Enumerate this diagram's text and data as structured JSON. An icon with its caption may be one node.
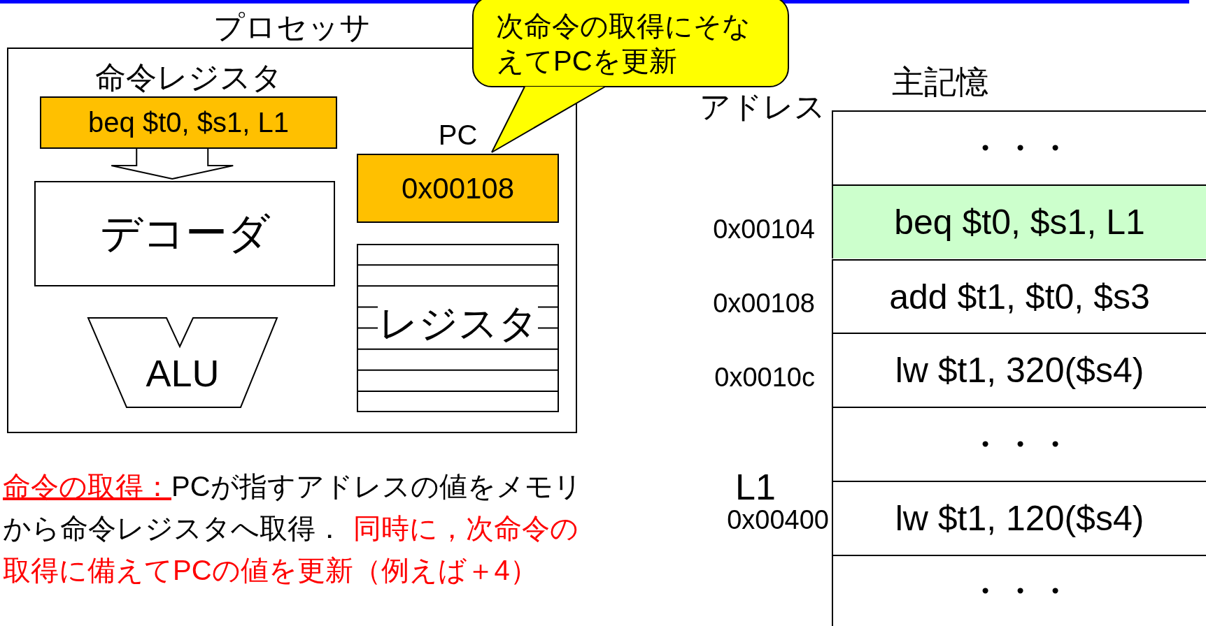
{
  "diagram": {
    "nodes": [
      {
        "text": [
          "プロセッサ"
        ]
      },
      {
        "text": [
          "命令レジスタ",
          "beq $t0, $s1, L1"
        ],
        "in": 0
      },
      {
        "text": [
          "デコーダ"
        ],
        "in": 0
      },
      {
        "text": [
          "ALU"
        ],
        "in": 0
      },
      {
        "text": [
          "PC",
          "0x00108"
        ],
        "in": 0
      },
      {
        "text": [
          "レジスタ"
        ],
        "in": 0
      },
      {
        "text": [
          "次命令の取得にそなえてPCを更新"
        ]
      },
      {
        "text": [
          "主記憶"
        ]
      },
      {
        "text": [
          "・・・"
        ],
        "in": 7
      },
      {
        "text": [
          "beq $t0, $s1, L1"
        ],
        "in": 7
      },
      {
        "text": [
          "add $t1, $t0, $s3"
        ],
        "in": 7
      },
      {
        "text": [
          "lw $t1, 320($s4)"
        ],
        "in": 7
      },
      {
        "text": [
          "・・・"
        ],
        "in": 7
      },
      {
        "text": [
          "lw $t1, 120($s4)"
        ],
        "in": 7
      },
      {
        "text": [
          "・・・"
        ],
        "in": 7
      }
    ],
    "edges": [
      {
        "from": 1,
        "to": 2,
        "arrow": "to"
      },
      {
        "from": 6,
        "to": 4,
        "arrow": "none"
      }
    ],
    "labels": [
      "アドレス",
      "0x00104",
      "0x00108",
      "0x0010c",
      "L1",
      "0x00400",
      "命令の取得：",
      "PCが指すアドレスの値をメモリから命令レジスタへ取得．",
      "同時に，次命令の取得に備えてPCの値を更新（例えば＋4）"
    ]
  }
}
